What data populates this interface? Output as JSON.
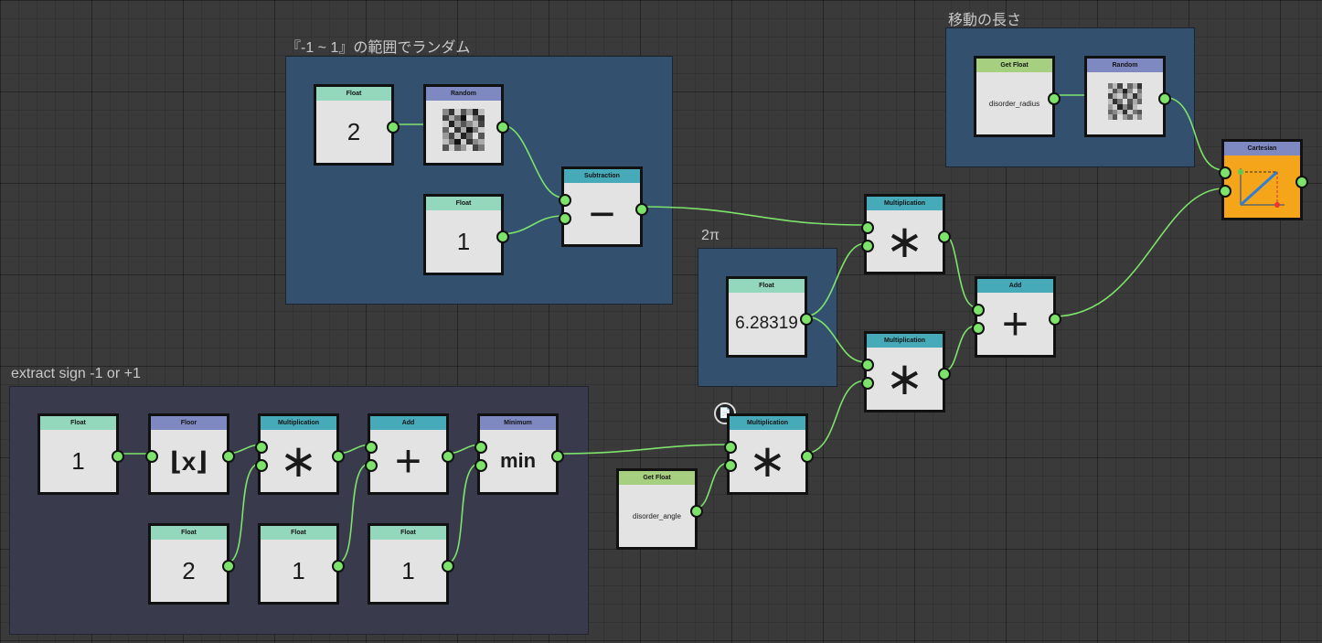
{
  "frames": {
    "random_range": "『-1 ~ 1』の範囲でランダム",
    "move_length": "移動の長さ",
    "two_pi": "2π",
    "extract_sign": "extract sign -1 or +1"
  },
  "nodes": {
    "float_2_top": {
      "title": "Float",
      "value": "2"
    },
    "random_top": {
      "title": "Random"
    },
    "float_1_top": {
      "title": "Float",
      "value": "1"
    },
    "subtraction": {
      "title": "Subtraction",
      "symbol": "−"
    },
    "get_float_radius": {
      "title": "Get Float",
      "value": "disorder_radius"
    },
    "random_radius": {
      "title": "Random"
    },
    "cartesian": {
      "title": "Cartesian"
    },
    "float_tau": {
      "title": "Float",
      "value": "6.28319"
    },
    "mult_top": {
      "title": "Multiplication",
      "symbol": "∗"
    },
    "mult_mid": {
      "title": "Multiplication",
      "symbol": "∗"
    },
    "add_right": {
      "title": "Add",
      "symbol": "+"
    },
    "float_1_sign": {
      "title": "Float",
      "value": "1"
    },
    "floor": {
      "title": "Floor",
      "symbol": "⌊x⌋"
    },
    "mult_sign": {
      "title": "Multiplication",
      "symbol": "∗"
    },
    "add_sign": {
      "title": "Add",
      "symbol": "+"
    },
    "minimum": {
      "title": "Minimum",
      "symbol": "min"
    },
    "float_2_bottom": {
      "title": "Float",
      "value": "2"
    },
    "float_1_bottom_a": {
      "title": "Float",
      "value": "1"
    },
    "float_1_bottom_b": {
      "title": "Float",
      "value": "1"
    },
    "mult_bottom": {
      "title": "Multiplication",
      "symbol": "∗"
    },
    "get_float_angle": {
      "title": "Get Float",
      "value": "disorder_angle"
    }
  },
  "icons": {
    "document_badge": "document-icon",
    "cartesian_preview": "cartesian-graph-icon"
  },
  "colors": {
    "port": "#7de36b",
    "wire": "#7de36b",
    "frame_blue": "#34506f",
    "frame_purple": "#393a4c",
    "float_header": "#93d8bd",
    "op_header": "#46aab9",
    "purple_header": "#7e89c1",
    "get_header": "#a6cf7f",
    "cartesian_body": "#f5a51a"
  }
}
